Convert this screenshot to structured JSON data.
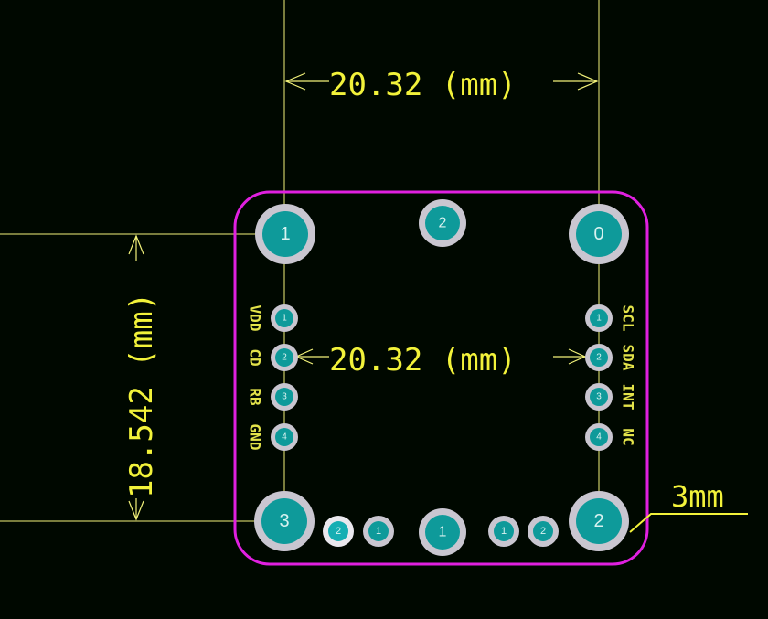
{
  "dimensions": {
    "top_width": "20.32 (mm)",
    "middle_width": "20.32 (mm)",
    "left_height": "18.542 (mm)",
    "corner_radius": "3mm"
  },
  "pads": {
    "large_top_left": "1",
    "large_top_center": "2",
    "large_top_right": "0",
    "large_bottom_left": "3",
    "large_bottom_center": "1",
    "large_bottom_right": "2",
    "left_col": [
      "1",
      "2",
      "3",
      "4"
    ],
    "right_col": [
      "1",
      "2",
      "3",
      "4"
    ],
    "bottom_small": [
      "2",
      "1",
      "1",
      "2"
    ]
  },
  "silkscreen": {
    "left_labels": [
      "GND",
      "RB",
      "CD",
      "VDD"
    ],
    "right_labels": [
      "SCL",
      "SDA",
      "INT",
      "NC"
    ]
  },
  "colors": {
    "background": "#000800",
    "outline": "#e020e0",
    "dimension": "#f2f23a",
    "pad_teal": "#0e9a9a",
    "pad_ring": "#c9c6d0"
  }
}
